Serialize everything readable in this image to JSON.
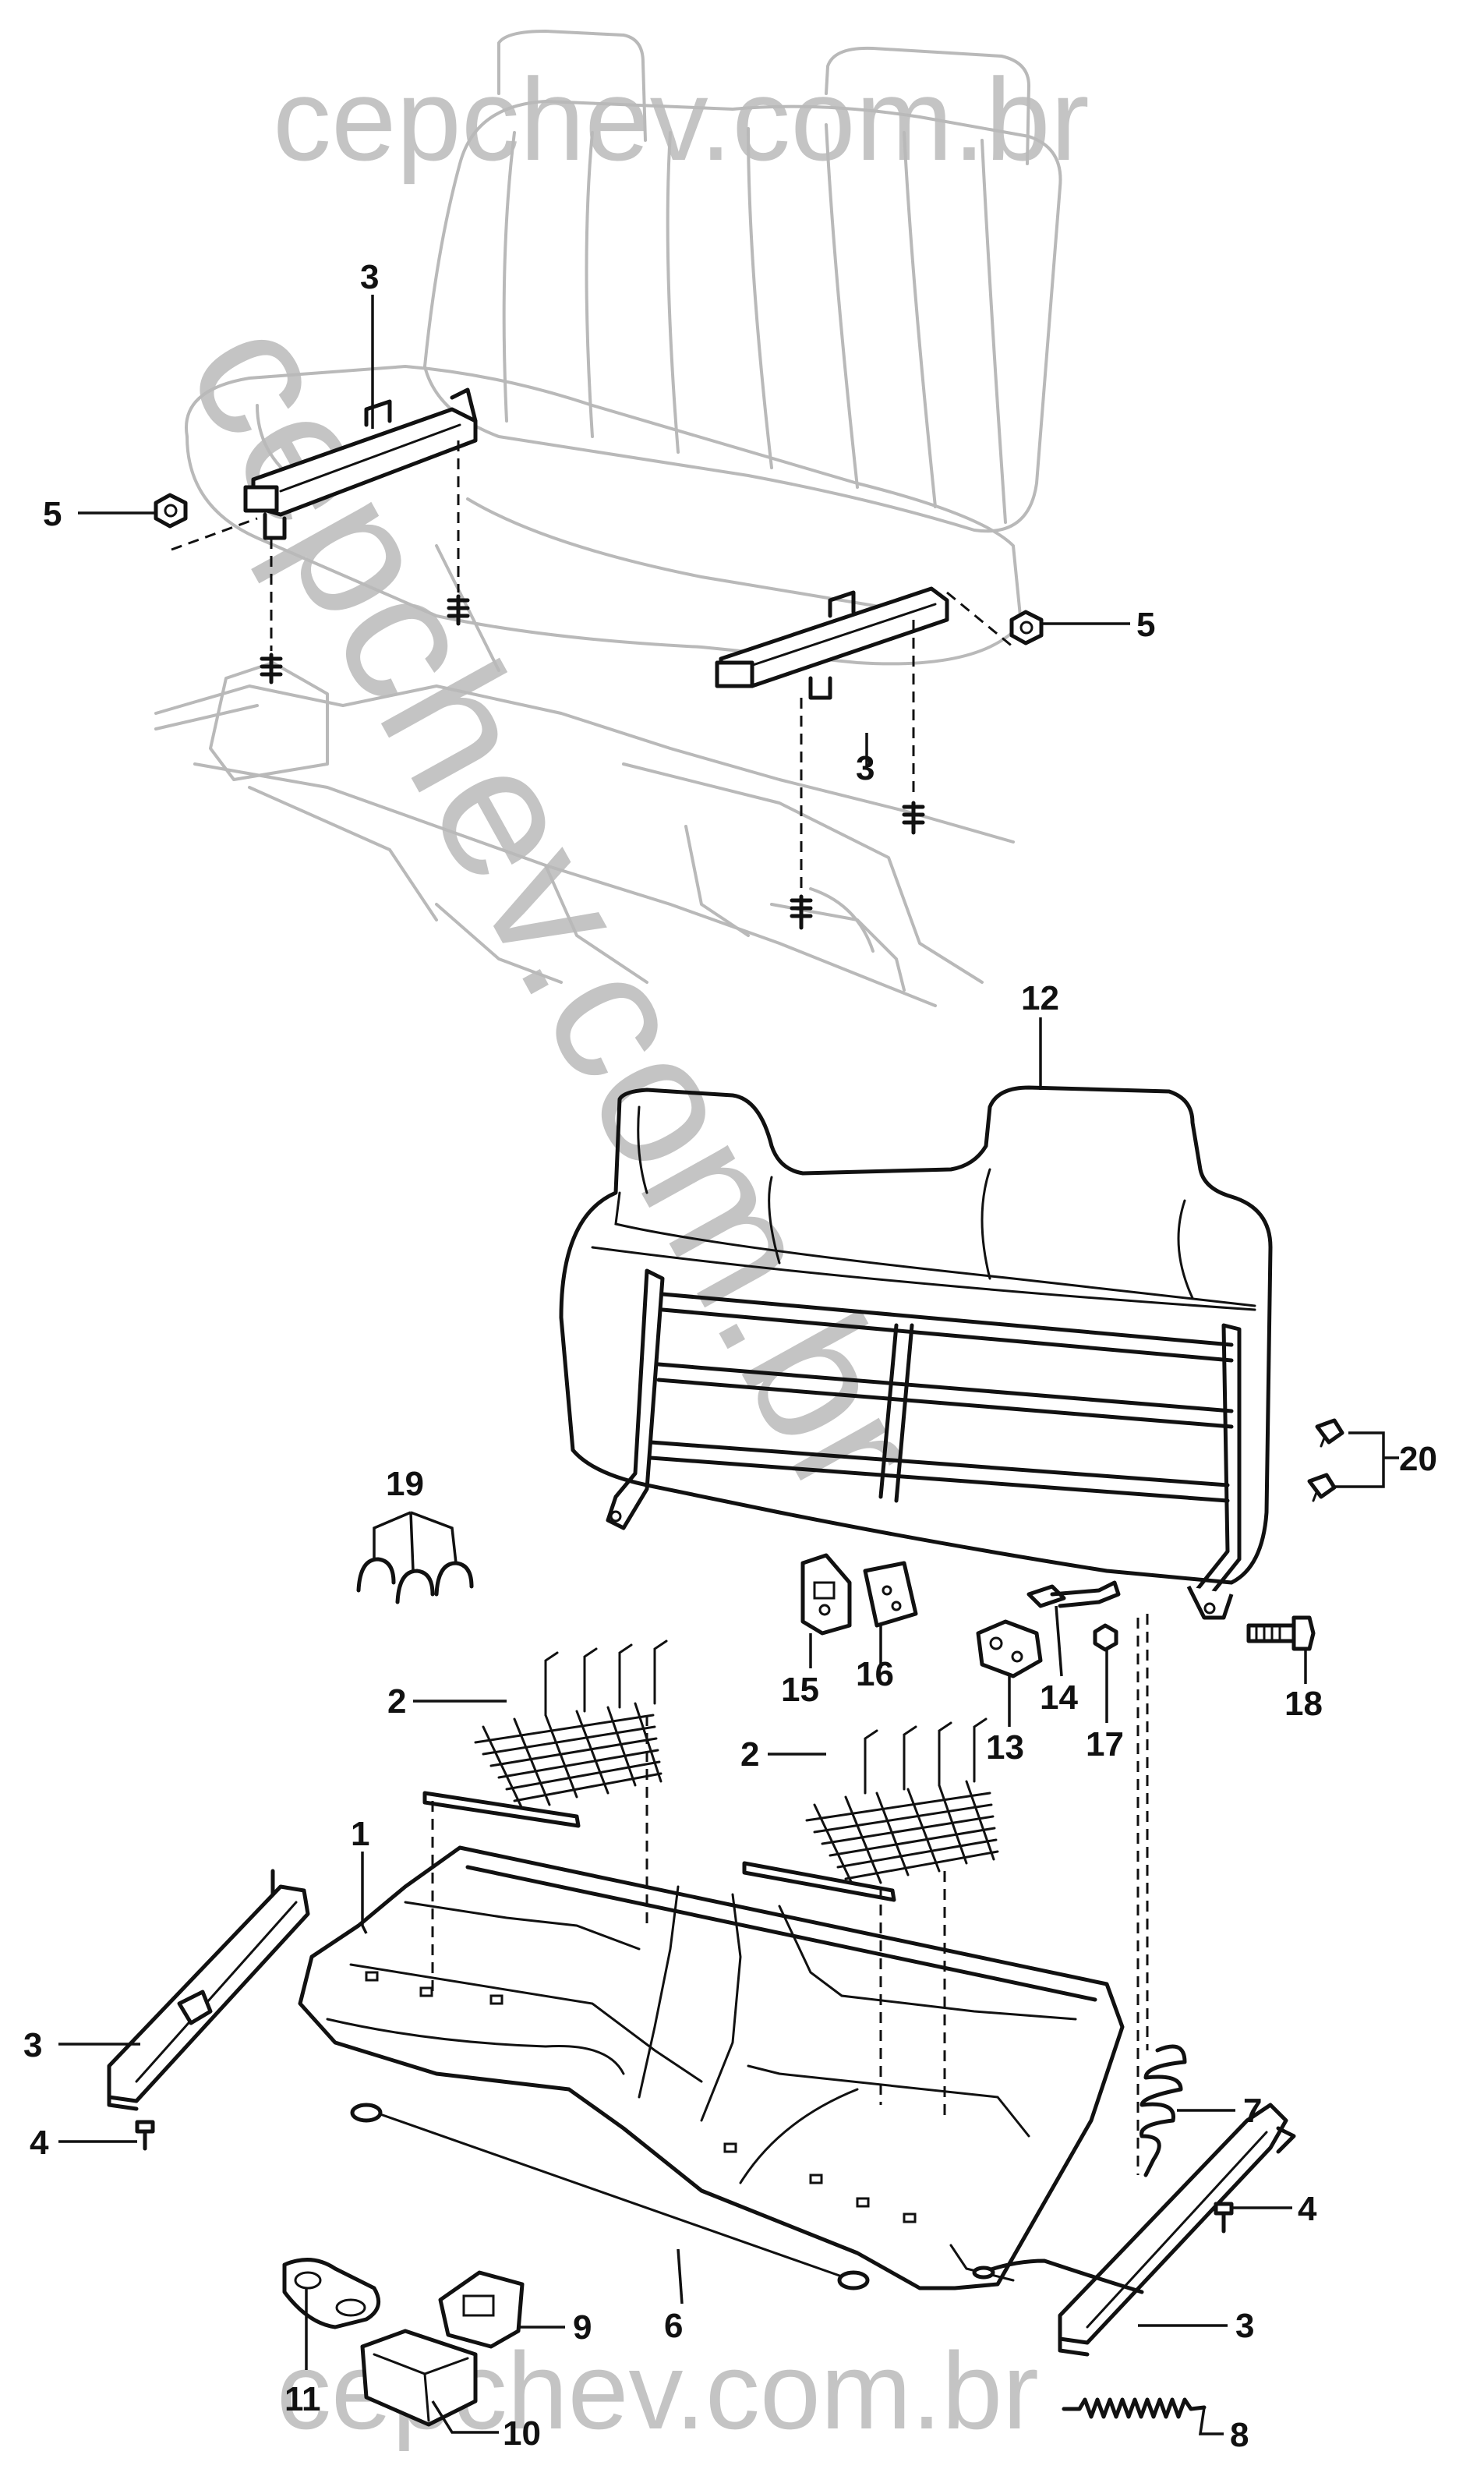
{
  "watermark": {
    "top": "cepchev.com.br",
    "diagonal": "cepchev.com.br",
    "bottom": "cepchev.com.br"
  },
  "callouts": [
    {
      "id": "c3a",
      "label": "3"
    },
    {
      "id": "c5a",
      "label": "5"
    },
    {
      "id": "c5b",
      "label": "5"
    },
    {
      "id": "c3b",
      "label": "3"
    },
    {
      "id": "c12",
      "label": "12"
    },
    {
      "id": "c20",
      "label": "20"
    },
    {
      "id": "c19",
      "label": "19"
    },
    {
      "id": "c15",
      "label": "15"
    },
    {
      "id": "c16",
      "label": "16"
    },
    {
      "id": "c14",
      "label": "14"
    },
    {
      "id": "c13",
      "label": "13"
    },
    {
      "id": "c17",
      "label": "17"
    },
    {
      "id": "c18",
      "label": "18"
    },
    {
      "id": "c2a",
      "label": "2"
    },
    {
      "id": "c2b",
      "label": "2"
    },
    {
      "id": "c1",
      "label": "1"
    },
    {
      "id": "c3c",
      "label": "3"
    },
    {
      "id": "c7",
      "label": "7"
    },
    {
      "id": "c4a",
      "label": "4"
    },
    {
      "id": "c4b",
      "label": "4"
    },
    {
      "id": "c9",
      "label": "9"
    },
    {
      "id": "c6",
      "label": "6"
    },
    {
      "id": "c3d",
      "label": "3"
    },
    {
      "id": "c11",
      "label": "11"
    },
    {
      "id": "c10",
      "label": "10"
    },
    {
      "id": "c8",
      "label": "8"
    }
  ]
}
